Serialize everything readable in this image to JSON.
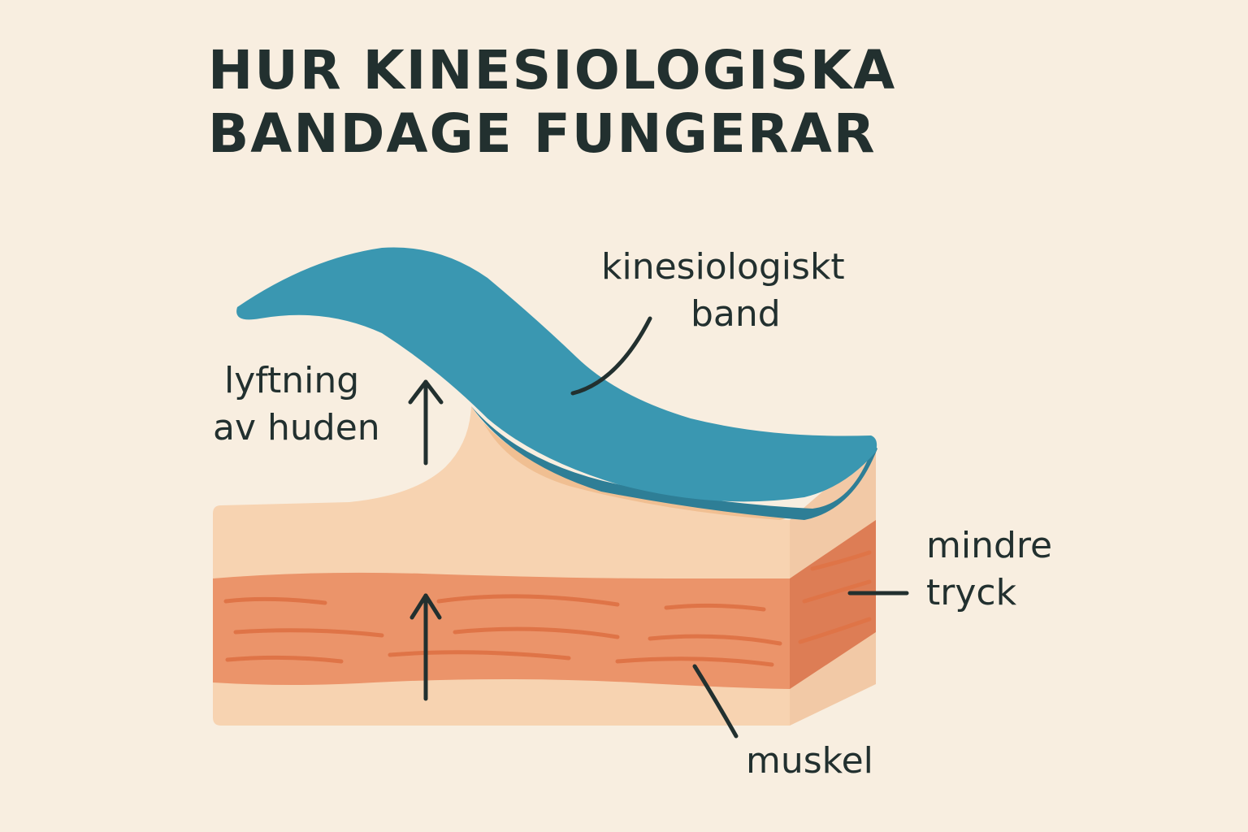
{
  "title": {
    "line1": "HUR KINESIOLOGISKA",
    "line2": "BANDAGE FUNGERAR"
  },
  "labels": {
    "tape": {
      "line1": "kinesiologiskt",
      "line2": "band"
    },
    "lift": {
      "line1": "lyftning",
      "line2": "av huden"
    },
    "pressure": {
      "line1": "mindre",
      "line2": "tryck"
    },
    "muscle": "muskel"
  },
  "colors": {
    "background": "#f8eee0",
    "tape": "#3a97b1",
    "tape_dark": "#2e7e96",
    "skin": "#f7d3b1",
    "skin_shadow": "#f0bf92",
    "muscle": "#eb946a",
    "muscle_side": "#dd7d55",
    "muscle_stripe": "#df7447",
    "ink": "#22302f"
  }
}
